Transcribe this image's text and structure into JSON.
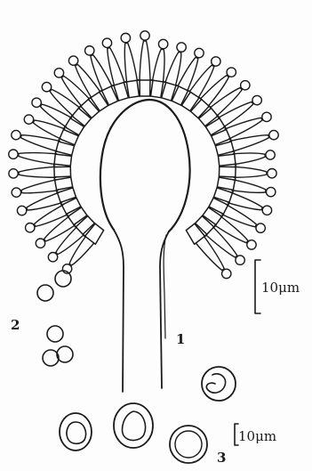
{
  "labels": {
    "conidiophore": "1",
    "conidia_group": "2",
    "conidium_sections": "3"
  },
  "scale_bars": {
    "upper": "10μm",
    "lower": "10μm"
  },
  "colors": {
    "ink": "#1b1b1b",
    "paper": "#fdfdfd"
  }
}
